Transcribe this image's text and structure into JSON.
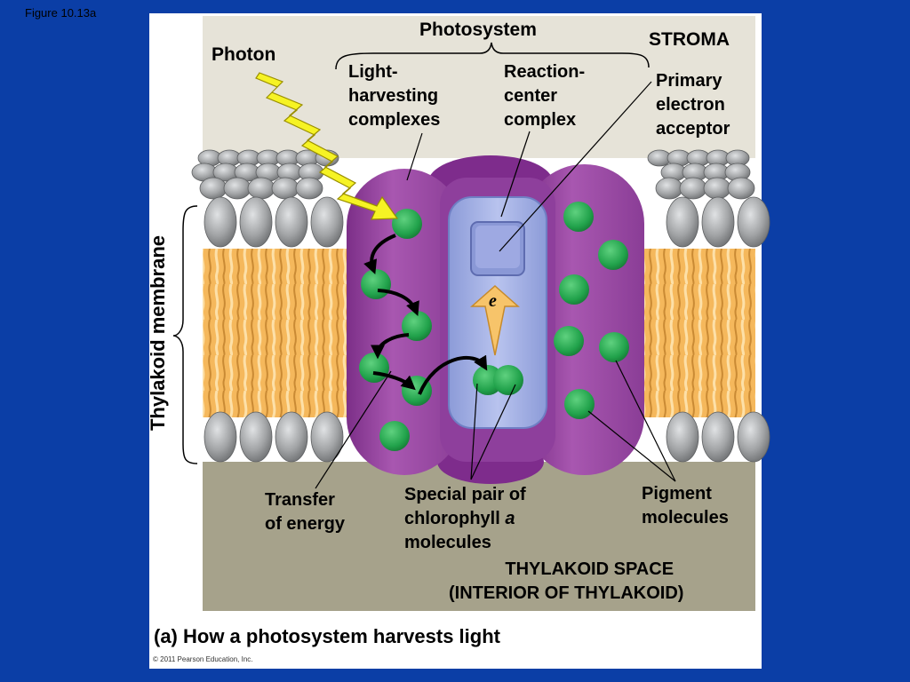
{
  "figure_number": "Figure 10.13a",
  "caption": "(a) How a photosystem harvests light",
  "copyright": "© 2011 Pearson Education, Inc.",
  "labels": {
    "photosystem": "Photosystem",
    "stroma": "STROMA",
    "photon": "Photon",
    "light_harvesting": [
      "Light-",
      "harvesting",
      "complexes"
    ],
    "reaction_center": [
      "Reaction-",
      "center",
      "complex"
    ],
    "primary_acceptor": [
      "Primary",
      "electron",
      "acceptor"
    ],
    "thylakoid_membrane": "Thylakoid membrane",
    "electron": "e",
    "transfer_energy": [
      "Transfer",
      "of energy"
    ],
    "special_pair": [
      "Special pair of",
      "chlorophyll",
      "a",
      "molecules"
    ],
    "pigment_molecules": [
      "Pigment",
      "molecules"
    ],
    "thylakoid_space": [
      "THYLAKOID SPACE",
      "(INTERIOR OF THYLAKOID)"
    ]
  },
  "colors": {
    "background": "#0b3ea6",
    "stroma": "#e6e3d8",
    "thylakoid_space": "#a6a28b",
    "membrane_tails": "#f2b45a",
    "lipid_heads": "#9a9c9e",
    "protein": "#9b4aa4",
    "reaction_center": "#a9b5e6",
    "pigment": "#2cae55",
    "photon": "#f6f324",
    "electron_arrow": "#f7c46a"
  }
}
